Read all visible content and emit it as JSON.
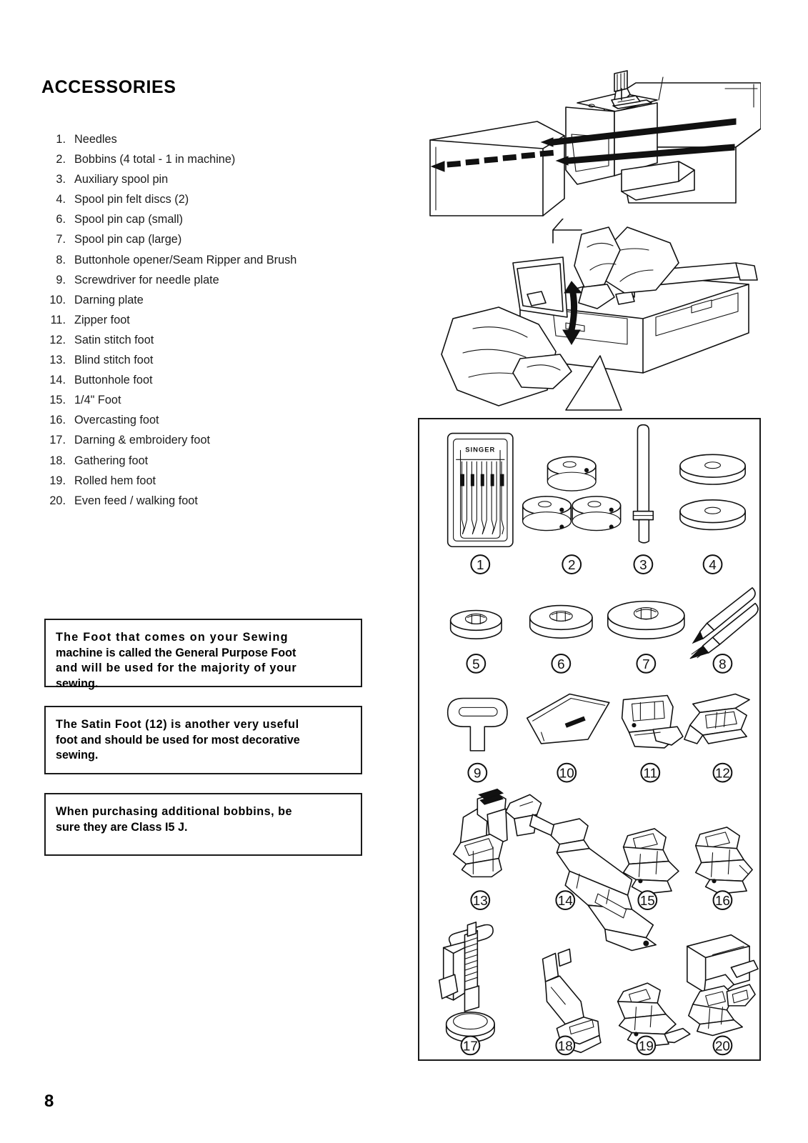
{
  "document": {
    "title": "ACCESSORIES",
    "page_number": "8"
  },
  "accessories": [
    {
      "num": "1.",
      "label": "Needles"
    },
    {
      "num": "2.",
      "label": "Bobbins (4 total - 1 in machine)"
    },
    {
      "num": "3.",
      "label": "Auxiliary spool pin"
    },
    {
      "num": "4.",
      "label": "Spool pin felt discs (2)"
    },
    {
      "num": "6.",
      "label": "Spool pin cap (small)"
    },
    {
      "num": "7.",
      "label": "Spool pin cap (large)"
    },
    {
      "num": "8.",
      "label": "Buttonhole opener/Seam Ripper and Brush"
    },
    {
      "num": "9.",
      "label": "Screwdriver for needle plate"
    },
    {
      "num": "10.",
      "label": "Darning plate"
    },
    {
      "num": "11.",
      "label": "Zipper foot"
    },
    {
      "num": "12.",
      "label": "Satin stitch foot"
    },
    {
      "num": "13.",
      "label": "Blind stitch foot"
    },
    {
      "num": "14.",
      "label": "Buttonhole foot"
    },
    {
      "num": "15.",
      "label": "1/4\" Foot"
    },
    {
      "num": "16.",
      "label": "Overcasting foot"
    },
    {
      "num": "17.",
      "label": "Darning & embroidery foot"
    },
    {
      "num": "18.",
      "label": "Gathering foot"
    },
    {
      "num": "19.",
      "label": "Rolled hem foot"
    },
    {
      "num": "20.",
      "label": "Even feed / walking foot"
    }
  ],
  "notes": [
    {
      "id": "general-purpose-foot",
      "lines": [
        "The Foot that comes on your Sewing",
        "machine is called the General Purpose Foot",
        "and will be used for the majority of your",
        "sewing."
      ]
    },
    {
      "id": "satin-foot",
      "lines": [
        "The Satin Foot (12) is another very useful",
        "foot and should be used for most decorative",
        "sewing."
      ]
    },
    {
      "id": "bobbin-class",
      "lines": [
        "When purchasing additional bobbins, be",
        "sure they are Class I5 J."
      ]
    }
  ],
  "illustrations": {
    "table_removal": {
      "name": "extension-table-removal",
      "description": "Sewing machine with extension table sliding off the free arm, indicated by arrows"
    },
    "box_open": {
      "name": "accessory-box-opening",
      "description": "Hands opening the hinged lid of the accessory storage box, indicated by a double arrow"
    }
  },
  "accessory_panel": {
    "brand_label": "SINGER",
    "items": [
      {
        "number": "1",
        "name": "needle-pack"
      },
      {
        "number": "2",
        "name": "bobbins"
      },
      {
        "number": "3",
        "name": "auxiliary-spool-pin"
      },
      {
        "number": "4",
        "name": "spool-pin-felt-discs"
      },
      {
        "number": "5",
        "name": "spool-pin-cap-small"
      },
      {
        "number": "6",
        "name": "spool-pin-cap-medium"
      },
      {
        "number": "7",
        "name": "spool-pin-cap-large"
      },
      {
        "number": "8",
        "name": "seam-ripper-and-brush"
      },
      {
        "number": "9",
        "name": "screwdriver"
      },
      {
        "number": "10",
        "name": "darning-plate"
      },
      {
        "number": "11",
        "name": "zipper-foot"
      },
      {
        "number": "12",
        "name": "satin-stitch-foot"
      },
      {
        "number": "13",
        "name": "blind-stitch-foot"
      },
      {
        "number": "14",
        "name": "buttonhole-foot"
      },
      {
        "number": "15",
        "name": "quarter-inch-foot"
      },
      {
        "number": "16",
        "name": "overcasting-foot"
      },
      {
        "number": "17",
        "name": "darning-embroidery-foot"
      },
      {
        "number": "18",
        "name": "gathering-foot"
      },
      {
        "number": "19",
        "name": "rolled-hem-foot"
      },
      {
        "number": "20",
        "name": "even-feed-walking-foot"
      }
    ]
  }
}
